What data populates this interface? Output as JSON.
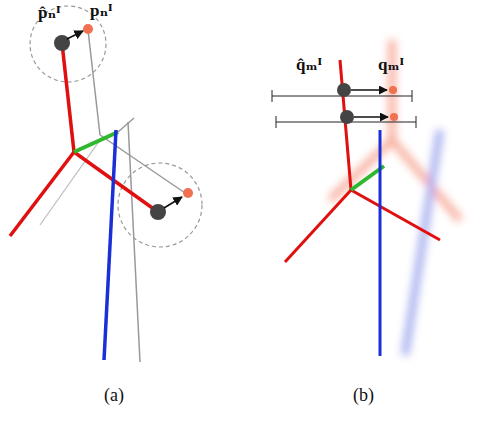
{
  "diagram": {
    "labels": [
      "p̂ₙᴵ",
      "pₙᴵ",
      "q̂ₘᴵ",
      "qₘᴵ",
      "(a)",
      "(b)"
    ]
  }
}
